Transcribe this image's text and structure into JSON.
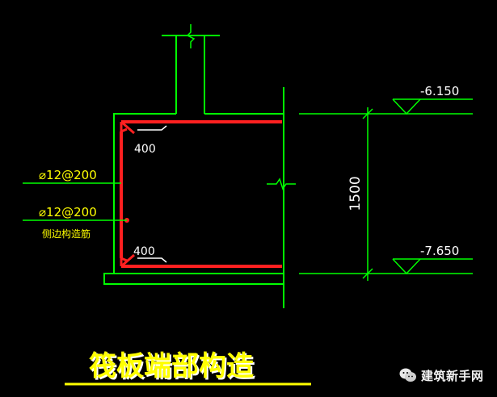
{
  "drawing": {
    "title": "筏板端部构造",
    "colors": {
      "background": "#000000",
      "outline": "#00ff00",
      "rebar": "#ff2020",
      "rebar_dot": "#ff2020",
      "leader": "#00ff00",
      "label_yellow": "#ffff00",
      "label_white": "#ffffff",
      "title_shadow": "#ffffff",
      "title_underline": "#ffff00"
    },
    "rebar_labels": {
      "top_anchorage": "400",
      "bottom_anchorage": "400",
      "callout_1": "⌀12@200",
      "callout_2": "⌀12@200",
      "side_note": "侧边构造筋"
    },
    "elevations": {
      "top": "-6.150",
      "bottom": "-7.650"
    },
    "dimension": {
      "height": "1500"
    }
  },
  "watermark": {
    "icon": "wechat-icon",
    "text": "建筑新手网"
  }
}
